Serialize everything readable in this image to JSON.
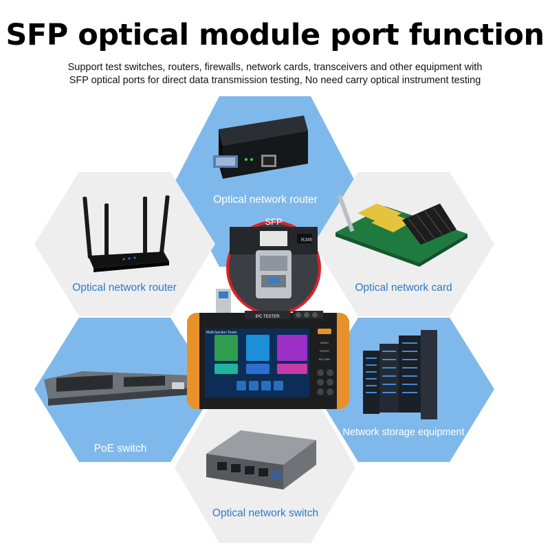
{
  "title": "SFP optical module port function",
  "subtitle": [
    "Support test switches, routers, firewalls, network cards, transceivers and other equipment with",
    "SFP optical ports for direct data transmission testing, No need carry optical instrument testing"
  ],
  "colors": {
    "blue_hex": "#7fb9eb",
    "grey_hex": "#eeeeef",
    "blue_label": "#2d78c8",
    "white_label": "#ffffff",
    "tester_orange": "#e8912a"
  },
  "devices": [
    {
      "id": "top",
      "label": "Optical network router",
      "style": "blue",
      "icon": "media-converter-icon"
    },
    {
      "id": "upper-left",
      "label": "Optical network router",
      "style": "grey",
      "icon": "wifi-router-icon"
    },
    {
      "id": "upper-right",
      "label": "Optical network card",
      "style": "grey",
      "icon": "network-card-icon"
    },
    {
      "id": "lower-left",
      "label": "PoE switch",
      "style": "blue",
      "icon": "poe-switch-icon"
    },
    {
      "id": "lower-right",
      "label": "Network storage equipment",
      "style": "blue",
      "icon": "server-rack-icon"
    },
    {
      "id": "bottom",
      "label": "Optical network switch",
      "style": "grey",
      "icon": "network-switch-icon"
    }
  ],
  "sfp_callout": {
    "label": "SFP",
    "port_label": "RJ45"
  },
  "tester": {
    "header": "IPC TESTER",
    "brand": "Multi-function Tester",
    "side_buttons": [
      "MENU",
      "ENTER",
      "RETURN"
    ]
  }
}
